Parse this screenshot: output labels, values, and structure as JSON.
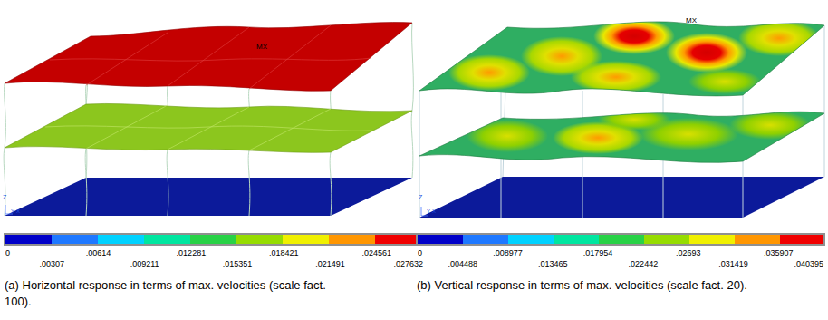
{
  "diagram": {
    "labels": [
      "MX",
      "Z",
      "Y",
      "X",
      "0",
      ".00307",
      ".00614",
      ".009211",
      ".012281",
      ".015351",
      ".018421",
      ".021491",
      ".024561",
      ".027632",
      "(a) Horizontal response in terms of max. velocities (scale fact. 100).",
      "MX",
      "Z",
      "Y",
      "X",
      "0",
      ".004488",
      ".008977",
      ".013465",
      ".017954",
      ".022442",
      ".02693",
      ".031419",
      ".035907",
      ".040395",
      "(b) Vertical response in terms of max. velocities (scale fact. 20)."
    ]
  }
}
